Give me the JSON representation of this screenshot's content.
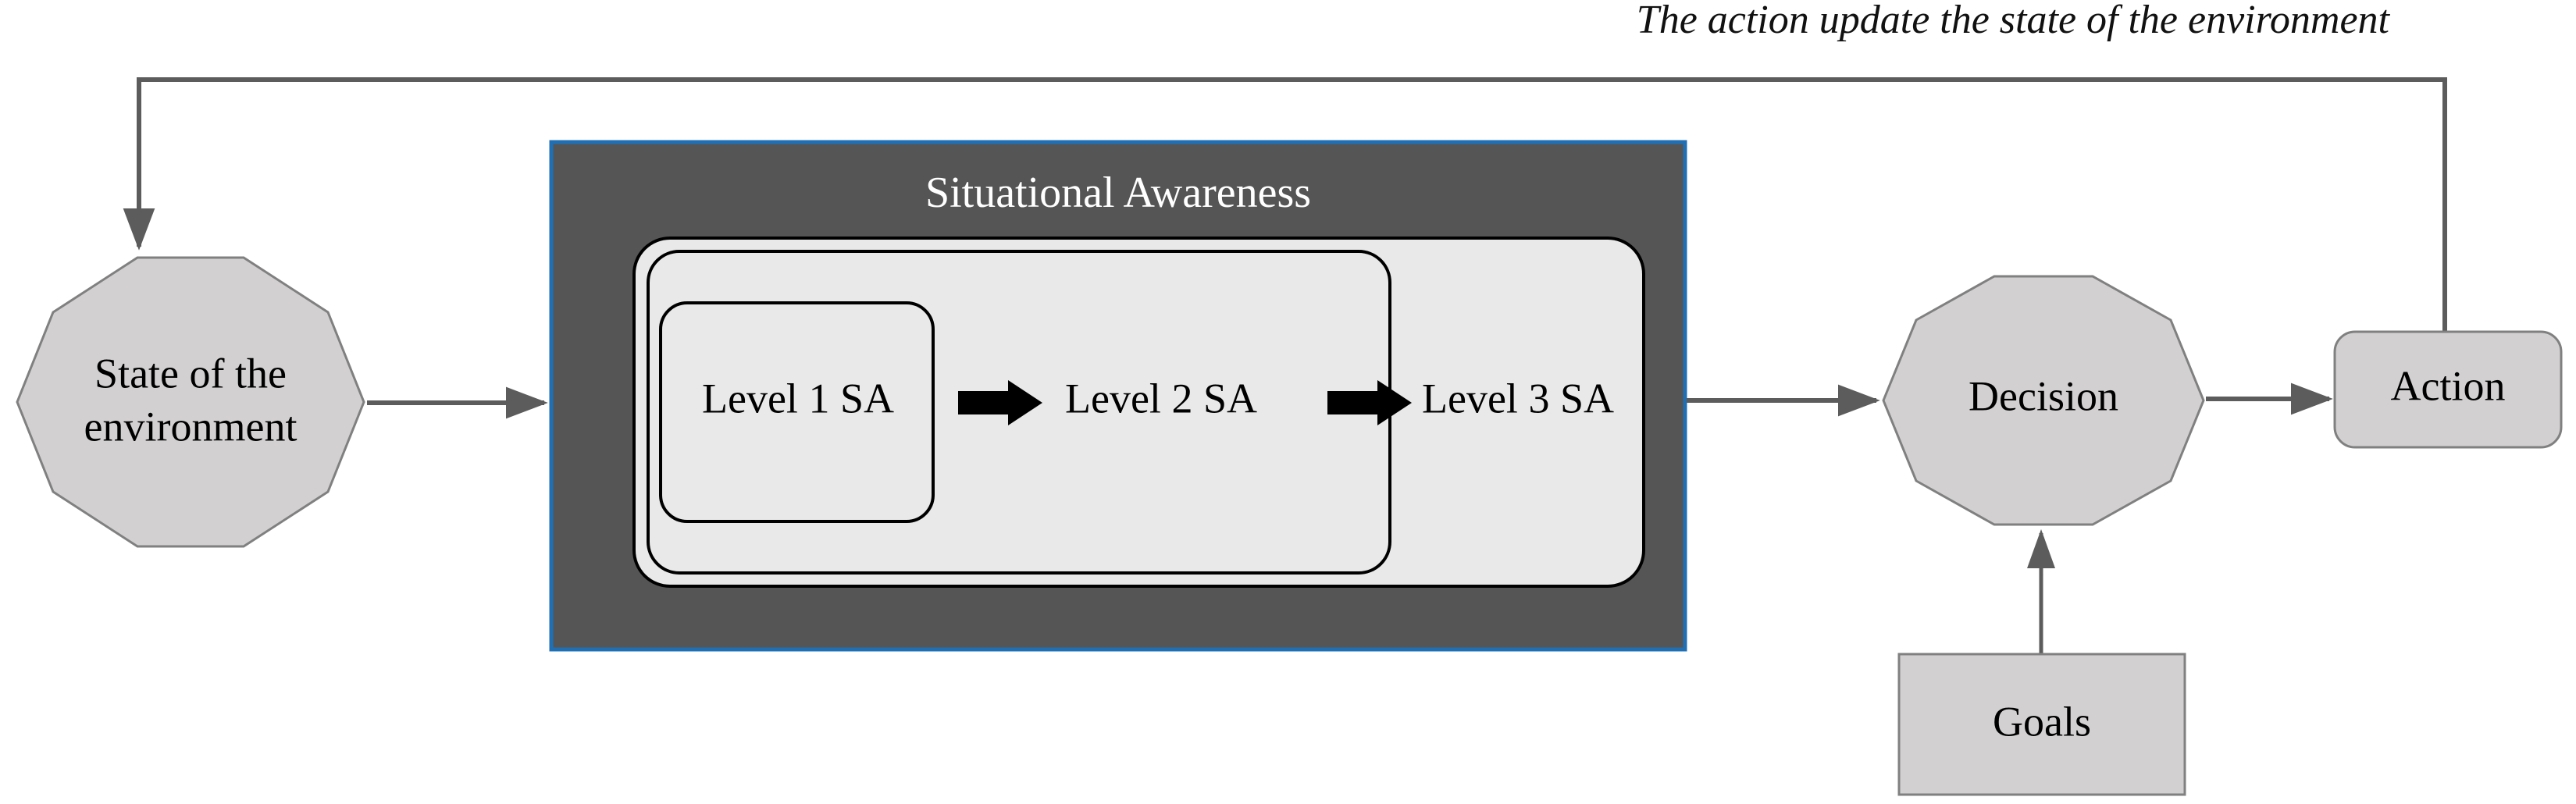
{
  "diagram": {
    "title_caption": "The action update the state of the environment",
    "colors": {
      "node_fill": "#d2d0d0",
      "node_stroke": "#808080",
      "sa_container_fill": "#555555",
      "sa_container_stroke": "#1f6fb5",
      "sa_box_fill": "#e9e9e9",
      "sa_box_stroke": "#000000",
      "connector": "#5c5c5c",
      "sa_arrow": "#000000",
      "sa_title_text": "#ffffff",
      "background": "#ffffff"
    },
    "nodes": {
      "state": {
        "label_line1": "State of the",
        "label_line2": "environment",
        "shape": "decagon"
      },
      "sa_container": {
        "label": "Situational Awareness",
        "shape": "rectangle"
      },
      "level1": {
        "label": "Level 1 SA",
        "shape": "rounded-rectangle"
      },
      "level2": {
        "label": "Level 2 SA",
        "shape": "rounded-rectangle"
      },
      "level3": {
        "label": "Level 3 SA",
        "shape": "rounded-rectangle"
      },
      "decision": {
        "label": "Decision",
        "shape": "decagon"
      },
      "action": {
        "label": "Action",
        "shape": "rounded-rectangle"
      },
      "goals": {
        "label": "Goals",
        "shape": "rectangle"
      }
    },
    "edges": [
      {
        "name": "state-to-sa",
        "from": "State of the environment",
        "to": "Situational Awareness",
        "style": "gray-arrow"
      },
      {
        "name": "level1-to-level2",
        "from": "Level 1 SA",
        "to": "Level 2 SA",
        "style": "black-arrow"
      },
      {
        "name": "level2-to-level3",
        "from": "Level 2 SA",
        "to": "Level 3 SA",
        "style": "black-arrow"
      },
      {
        "name": "sa-to-decision",
        "from": "Situational Awareness",
        "to": "Decision",
        "style": "gray-arrow"
      },
      {
        "name": "decision-to-action",
        "from": "Decision",
        "to": "Action",
        "style": "gray-arrow"
      },
      {
        "name": "goals-to-decision",
        "from": "Goals",
        "to": "Decision",
        "style": "gray-arrow"
      },
      {
        "name": "action-to-state-feedback",
        "from": "Action",
        "to": "State of the environment",
        "style": "gray-arrow",
        "label": "The action update the state of the environment"
      }
    ]
  }
}
